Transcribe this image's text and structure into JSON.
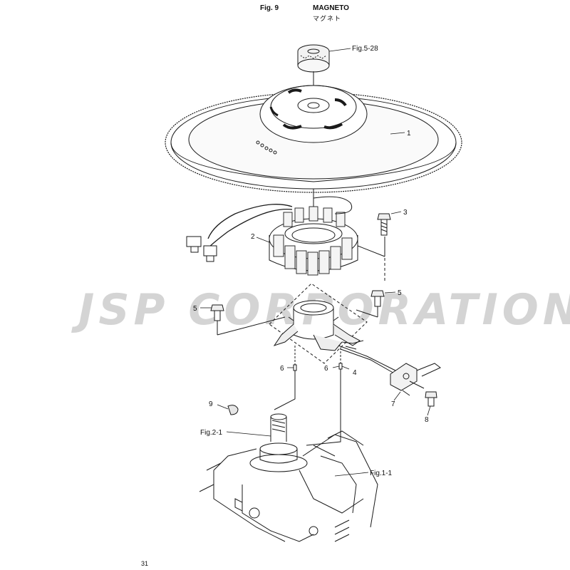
{
  "header": {
    "fig": "Fig. 9",
    "title": "MAGNETO",
    "title_jp": "マグネト"
  },
  "watermark": "JSP CORPORATION",
  "labels": {
    "fig_5_28": "Fig.5-28",
    "p1": "1",
    "p2": "2",
    "p3": "3",
    "p4": "4",
    "p5a": "5",
    "p5b": "5",
    "p6a": "6",
    "p6b": "6",
    "p7": "7",
    "p8": "8",
    "p9": "9",
    "fig_2_1": "Fig.2-1",
    "fig_1_1": "Fig.1-1"
  },
  "page_number": "31",
  "colors": {
    "line": "#1a1a1a",
    "watermark": "#d4d4d4",
    "fill_gray": "#e6e6e6"
  }
}
